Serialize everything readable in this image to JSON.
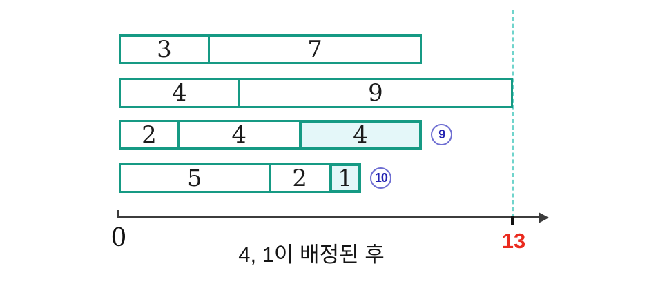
{
  "diagram": {
    "caption": "4, 1이 배정된 후",
    "axis": {
      "origin_label": "0",
      "limit_label": "13",
      "limit_value": 13
    },
    "rows": [
      {
        "segments": [
          {
            "label": "3",
            "units": 3,
            "highlight": false
          },
          {
            "label": "7",
            "units": 7,
            "highlight": false
          }
        ],
        "badge": null
      },
      {
        "segments": [
          {
            "label": "4",
            "units": 4,
            "highlight": false
          },
          {
            "label": "9",
            "units": 9,
            "highlight": false
          }
        ],
        "badge": null
      },
      {
        "segments": [
          {
            "label": "2",
            "units": 2,
            "highlight": false
          },
          {
            "label": "4",
            "units": 4,
            "highlight": false
          },
          {
            "label": "4",
            "units": 4,
            "highlight": true
          }
        ],
        "badge": "9"
      },
      {
        "segments": [
          {
            "label": "5",
            "units": 5,
            "highlight": false
          },
          {
            "label": "2",
            "units": 2,
            "highlight": false
          },
          {
            "label": "1",
            "units": 1,
            "highlight": true
          }
        ],
        "badge": "10"
      }
    ],
    "colors": {
      "bar_border": "#169a84",
      "highlight_fill": "#e4f7f9",
      "dashed_line": "#70d4cc",
      "badge_ring": "#6e6ed2",
      "badge_text": "#2424b2",
      "label_red": "#ea2b1f"
    }
  }
}
